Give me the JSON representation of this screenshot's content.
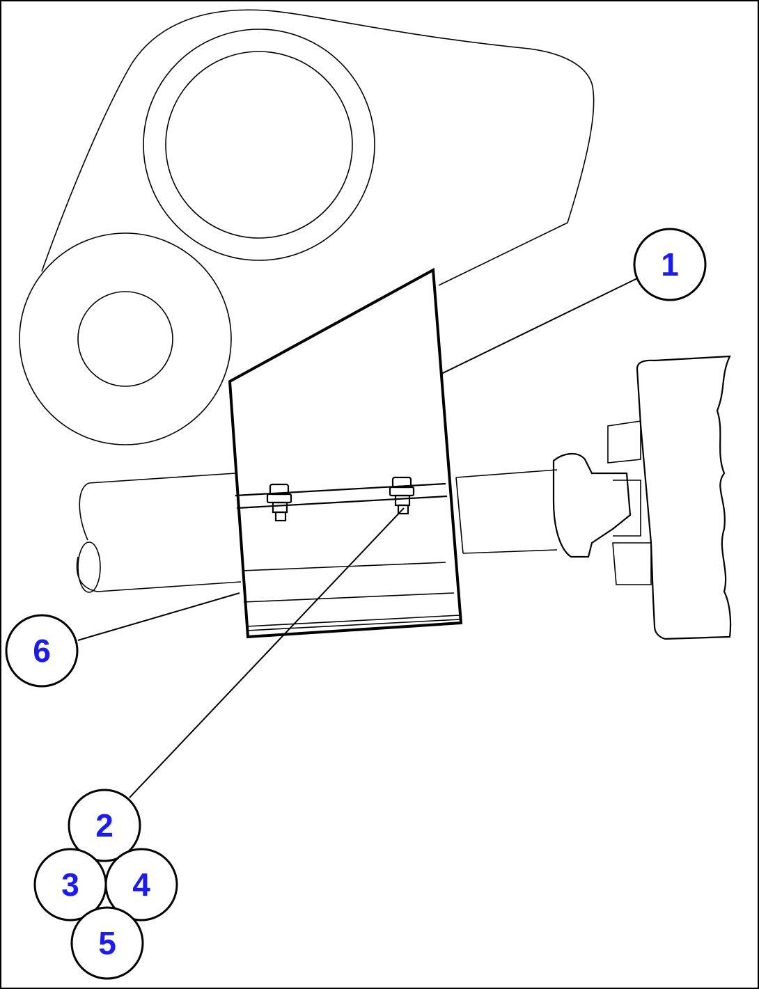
{
  "callouts": [
    {
      "id": "1",
      "label": "1"
    },
    {
      "id": "2",
      "label": "2"
    },
    {
      "id": "3",
      "label": "3"
    },
    {
      "id": "4",
      "label": "4"
    },
    {
      "id": "5",
      "label": "5"
    },
    {
      "id": "6",
      "label": "6"
    }
  ],
  "colors": {
    "callout_text": "#1a1aff",
    "line": "#000000",
    "background": "#ffffff"
  }
}
